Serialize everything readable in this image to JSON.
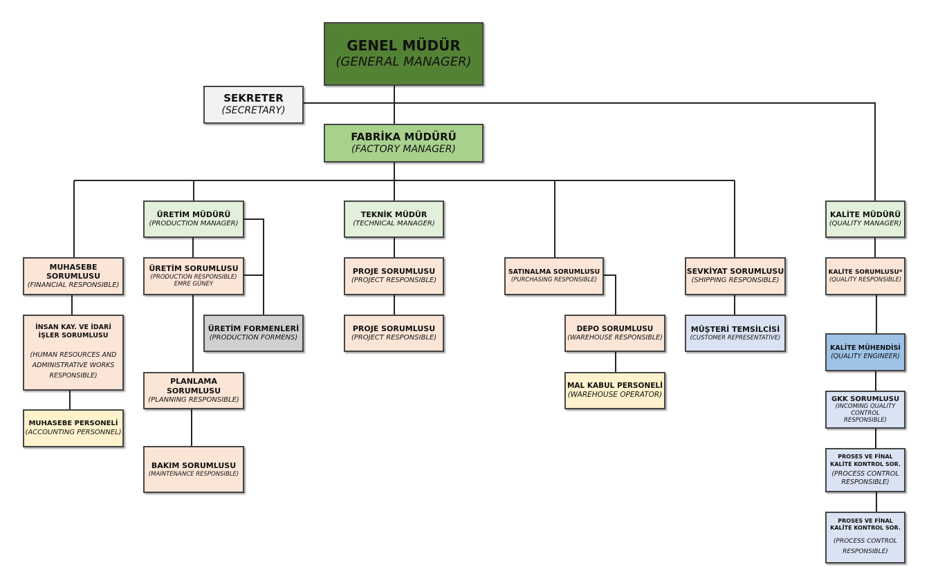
{
  "nodes": {
    "general_manager": {
      "title": "GENEL MÜDÜR",
      "subtitle": "(GENERAL MANAGER)"
    },
    "secretary": {
      "title": "SEKRETER",
      "subtitle": "(SECRETARY)"
    },
    "factory_manager": {
      "title": "FABRİKA MÜDÜRÜ",
      "subtitle": "(FACTORY MANAGER)"
    },
    "production_manager": {
      "title": "ÜRETİM MÜDÜRÜ",
      "subtitle": "(PRODUCTION MANAGER)"
    },
    "technical_manager": {
      "title": "TEKNİK MÜDÜR",
      "subtitle": "(TECHNICAL MANAGER)"
    },
    "quality_manager": {
      "title": "KALİTE MÜDÜRÜ",
      "subtitle": "(QUALITY MANAGER)"
    },
    "financial_responsible": {
      "title": "MUHASEBE SORUMLUSU",
      "subtitle": "(FINANCIAL RESPONSIBLE)"
    },
    "production_responsible": {
      "title": "ÜRETİM SORUMLUSU",
      "subtitle": "(PRODUCTION RESPONSIBLE)",
      "person": "EMRE GÜNEY"
    },
    "project_responsible_1": {
      "title": "PROJE SORUMLUSU",
      "subtitle": "(PROJECT RESPONSIBLE)"
    },
    "purchasing_responsible": {
      "title": "SATINALMA SORUMLUSU",
      "subtitle": "(PURCHASING RESPONSIBLE)"
    },
    "shipping_responsible": {
      "title": "SEVKİYAT SORUMLUSU",
      "subtitle": "(SHIPPING RESPONSIBLE)"
    },
    "quality_responsible": {
      "title": "KALİTE SORUMLUSU*",
      "subtitle": "(QUALITY RESPONSIBLE)"
    },
    "hr_admin": {
      "title": "İNSAN KAY. VE İDARİ İŞLER SORUMLUSU",
      "subtitle": "(HUMAN RESOURCES AND ADMINISTRATIVE WORKS RESPONSIBLE)"
    },
    "production_formens": {
      "title": "ÜRETİM FORMENLERİ",
      "subtitle": "(PRODUCTION FORMENS)"
    },
    "project_responsible_2": {
      "title": "PROJE SORUMLUSU",
      "subtitle": "(PROJECT RESPONSIBLE)"
    },
    "warehouse_responsible": {
      "title": "DEPO SORUMLUSU",
      "subtitle": "(WAREHOUSE RESPONSIBLE)"
    },
    "customer_representative": {
      "title": "MÜŞTERİ TEMSİLCİSİ",
      "subtitle": "(CUSTOMER REPRESENTATIVE)"
    },
    "quality_engineer": {
      "title": "KALİTE MÜHENDİSİ",
      "subtitle": "(QUALITY ENGINEER)"
    },
    "accounting_personnel": {
      "title": "MUHASEBE PERSONELİ",
      "subtitle": "(ACCOUNTING PERSONNEL)"
    },
    "planning_responsible": {
      "title": "PLANLAMA SORUMLUSU",
      "subtitle": "(PLANNING RESPONSIBLE)"
    },
    "warehouse_operator": {
      "title": "MAL KABUL PERSONELİ",
      "subtitle": "(WAREHOUSE OPERATOR)"
    },
    "incoming_qc": {
      "title": "GKK SORUMLUSU",
      "subtitle": "(INCOMING QUALITY CONTROL RESPONSIBLE)"
    },
    "maintenance_responsible": {
      "title": "BAKIM SORUMLUSU",
      "subtitle": "(MAINTENANCE RESPONSIBLE)"
    },
    "process_control_1": {
      "title": "PROSES VE FİNAL KALİTE KONTROL SOR.",
      "subtitle": "(PROCESS CONTROL RESPONSIBLE)"
    },
    "process_control_2": {
      "title": "PROSES VE FİNAL KALİTE KONTROL SOR.",
      "subtitle": "(PROCESS CONTROL RESPONSIBLE)"
    }
  },
  "colors": {
    "general_manager": "#548235",
    "factory_manager": "#a9d18e",
    "manager": "#e2efda",
    "responsible": "#fbe5d6",
    "personnel": "#fff2cc",
    "secretary": "#f2f2f2",
    "formens": "#d0d0d0",
    "quality_team": "#dae3f3",
    "quality_engineer": "#9dc3e6",
    "line": "#222222"
  }
}
